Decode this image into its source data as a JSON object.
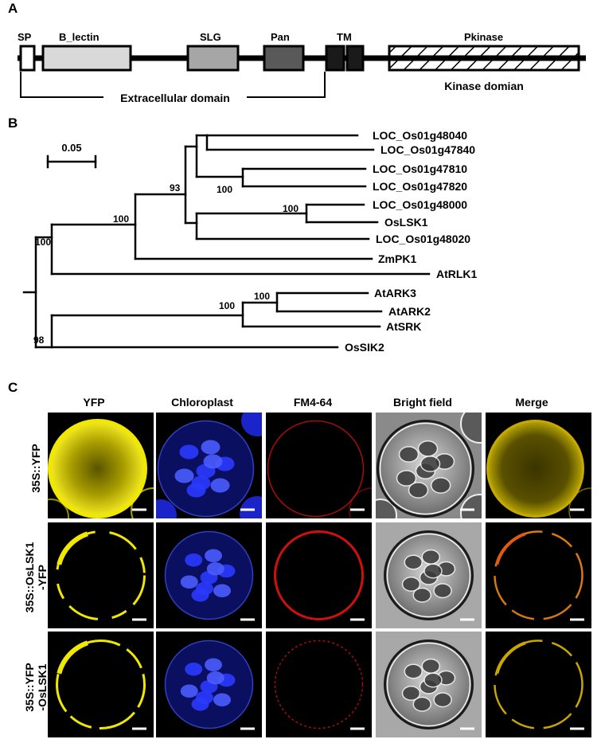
{
  "panel_a": {
    "letter": "A",
    "domains": {
      "sp": "SP",
      "lectin": "B_lectin",
      "slg": "SLG",
      "pan": "Pan",
      "tm": "TM",
      "pkinase": "Pkinase"
    },
    "extracellular_label": "Extracellular domain",
    "kinase_label": "Kinase domian",
    "colors": {
      "lectin": "#d9d9d9",
      "slg": "#a6a6a6",
      "pan": "#595959",
      "tm": "#1a1a1a"
    }
  },
  "panel_b": {
    "letter": "B",
    "scale_label": "0.05",
    "taxa": [
      "LOC_Os01g48040",
      "LOC_Os01g47840",
      "LOC_Os01g47810",
      "LOC_Os01g47820",
      "LOC_Os01g48000",
      "OsLSK1",
      "LOC_Os01g48020",
      "ZmPK1",
      "AtRLK1",
      "AtARK3",
      "AtARK2",
      "AtSRK",
      "OsSIK2"
    ],
    "bootstrap": {
      "n48000": "100",
      "n47810": "100",
      "n93": "93",
      "n100a": "100",
      "n100b": "100",
      "nArk": "100",
      "nArk2": "100",
      "n98": "98"
    }
  },
  "panel_c": {
    "letter": "C",
    "columns": [
      "YFP",
      "Chloroplast",
      "FM4-64",
      "Bright field",
      "Merge"
    ],
    "rows": [
      {
        "lines": [
          "35S::YFP"
        ]
      },
      {
        "lines": [
          "35S::OsLSK1",
          "-YFP"
        ]
      },
      {
        "lines": [
          "35S::YFP",
          "-OsLSK1"
        ]
      }
    ],
    "colors": {
      "yfp": "#f0e800",
      "chloroplast": "#2a3aff",
      "fm464": "#d01010",
      "merge": "#c8a800"
    }
  }
}
